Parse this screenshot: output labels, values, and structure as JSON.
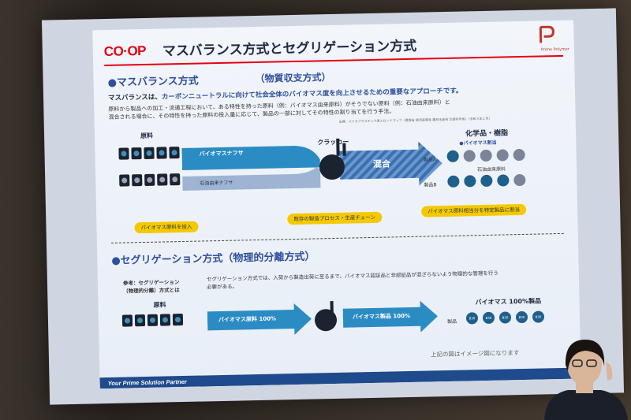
{
  "slide": {
    "logo": "CO·OP",
    "title": "マスバランス方式とセグリゲーション方式",
    "brand_text": "Prime Polymer",
    "section1": {
      "title": "●マスバランス方式",
      "subtitle": "（物質収支方式）",
      "lead_prefix": "マスバランスは、",
      "lead_highlight": "カーボンニュートラルに向けて社会全体のバイオマス度を向上させるための重要なアプローチです。",
      "body_line1": "原料から製品への加工・流通工程において、ある特性を持った原料（例：バイオマス由来原料）がそうでない原料（例：石油由来原料）と",
      "body_line2": "混合される場合に、その特性を持った原料の投入量に応じて、製品の一部に対してその特性の割り当てを行う手法。",
      "source": "出典：バイオプラスチック導入ロードマップ（環境省 経済産業省 農林水産省 文部科学省）（令和３年１月）",
      "raw_label": "原料",
      "cracker_label": "クラッカー",
      "biomass_naphtha": "バイオマスナフサ",
      "petro_naphtha": "石油由来ナフサ",
      "mix_label": "混合",
      "chem_label": "化学品・樹脂",
      "biomass_derived": "●バイオマス割当",
      "petro_derived": "石油由来原料",
      "product_a": "製品A",
      "product_b": "製品B",
      "tag_input": "バイオマス原料を投入",
      "tag_process": "既存の製造プロセス・生産チェーン",
      "tag_assign": "バイオマス原料相当分を特定製品に割当"
    },
    "section2": {
      "title": "●セグリゲーション方式（物理的分離方式）",
      "ref_line1": "参考：セグリゲーション",
      "ref_line2": "（物理的分離）方式とは",
      "body_line1": "セグリゲーション方式では、入荷から製造出荷に至るまで、バイオマス認証品と非認証品が混ざらないよう物理的な管理を行う",
      "body_line2": "必要がある。",
      "raw_label": "原料",
      "arrow1": "バイオマス原料 100%",
      "arrow2": "バイオマス製品 100%",
      "product_label": "製品",
      "result_label": "バイオマス 100%製品",
      "circle_text": "B30"
    },
    "note": "上記の図はイメージ図になります",
    "footer": "Your Prime Solution Partner"
  }
}
